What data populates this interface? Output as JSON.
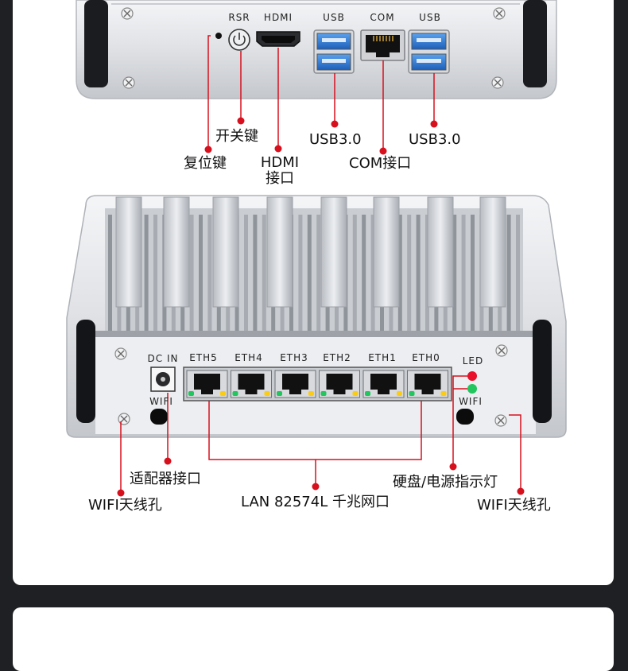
{
  "top_panel_ports": {
    "rsr": "RSR",
    "hdmi": "HDMI",
    "usb_left": "USB",
    "com": "COM",
    "usb_right": "USB"
  },
  "top_callouts": {
    "power_key": "开关键",
    "reset_key": "复位键",
    "hdmi_port": "HDMI\n接口",
    "usb30_left": "USB3.0",
    "com_port": "COM接口",
    "usb30_right": "USB3.0"
  },
  "bottom_panel_ports": {
    "dc_in": "DC IN",
    "eth": [
      "ETH5",
      "ETH4",
      "ETH3",
      "ETH2",
      "ETH1",
      "ETH0"
    ],
    "led": "LED",
    "wifi_left": "WIFI",
    "wifi_right": "WIFI"
  },
  "bottom_callouts": {
    "adapter_port": "适配器接口",
    "wifi_antenna_left": "WIFI天线孔",
    "lan": "LAN 82574L 千兆网口",
    "disk_power_led": "硬盘/电源指示灯",
    "wifi_antenna_right": "WIFI天线孔"
  },
  "colors": {
    "callout_red": "#d7101d",
    "usb_blue": "#2f7fd8",
    "led_red": "#e8102a",
    "led_green": "#22c55e"
  }
}
